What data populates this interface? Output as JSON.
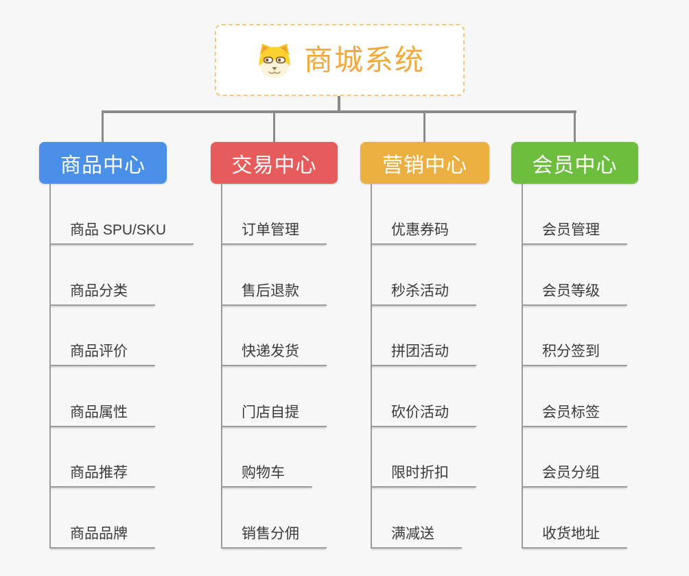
{
  "root": {
    "title": "商城系统",
    "icon": "shiba-dog-icon",
    "title_color": "#f2a93b",
    "border_color": "#f3c87f"
  },
  "connector_color": "#8a8a8a",
  "line_color": "#9a9a9a",
  "branches": [
    {
      "id": "product-center",
      "label": "商品中心",
      "color": "#4a90e8",
      "items": [
        "商品 SPU/SKU",
        "商品分类",
        "商品评价",
        "商品属性",
        "商品推荐",
        "商品品牌"
      ]
    },
    {
      "id": "trade-center",
      "label": "交易中心",
      "color": "#e65c5c",
      "items": [
        "订单管理",
        "售后退款",
        "快递发货",
        "门店自提",
        "购物车",
        "销售分佣"
      ]
    },
    {
      "id": "marketing-center",
      "label": "营销中心",
      "color": "#ecaf42",
      "items": [
        "优惠券码",
        "秒杀活动",
        "拼团活动",
        "砍价活动",
        "限时折扣",
        "满减送"
      ]
    },
    {
      "id": "member-center",
      "label": "会员中心",
      "color": "#6dbe3e",
      "items": [
        "会员管理",
        "会员等级",
        "积分签到",
        "会员标签",
        "会员分组",
        "收货地址"
      ]
    }
  ]
}
